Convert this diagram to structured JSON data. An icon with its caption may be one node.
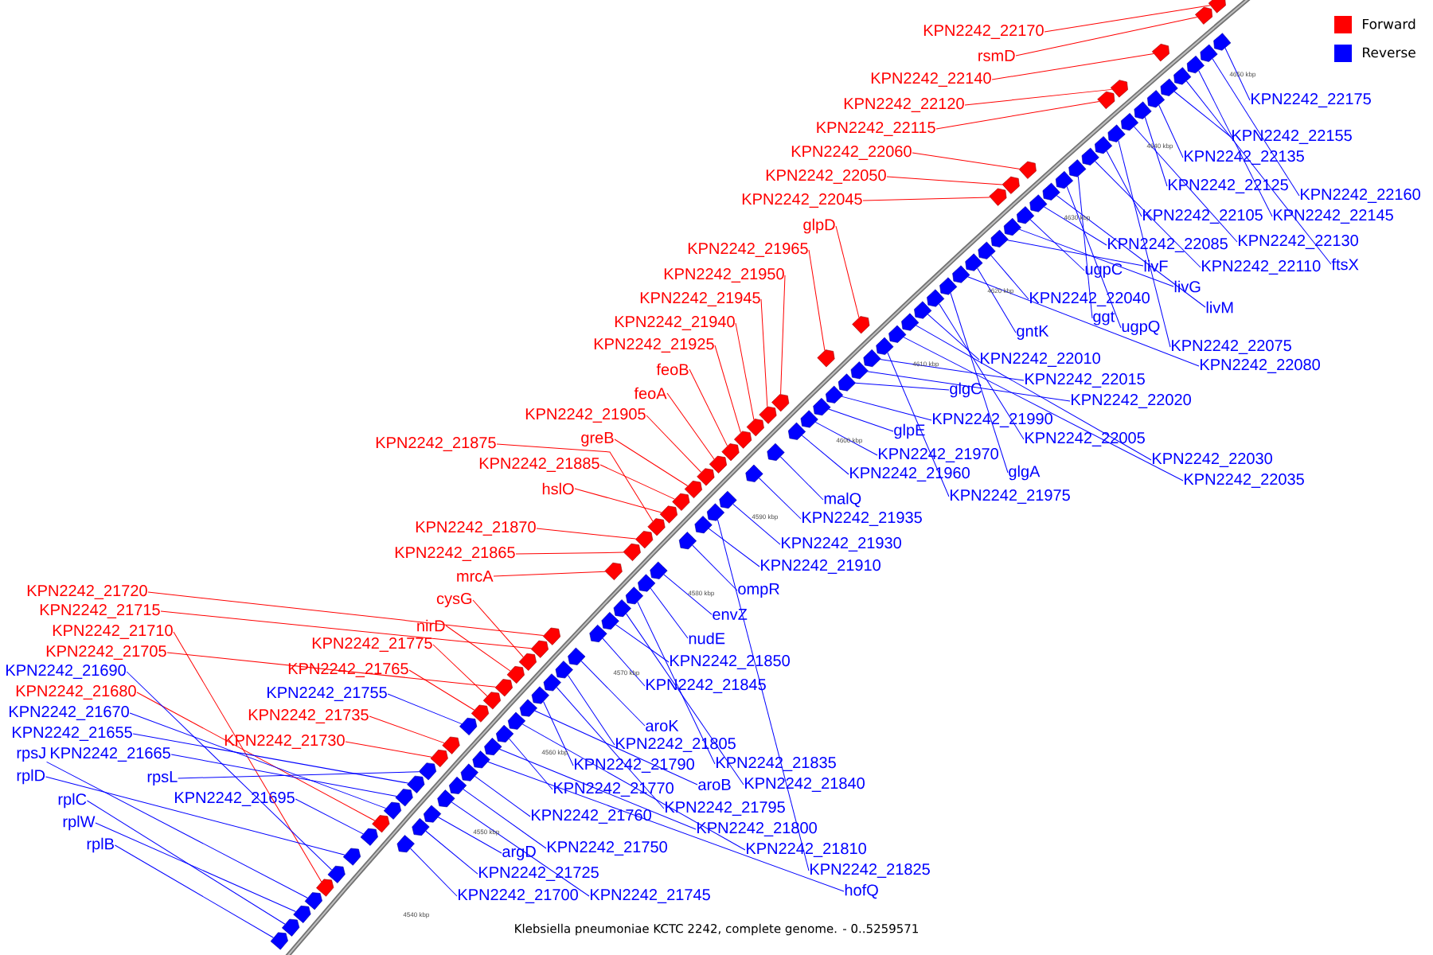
{
  "diagram": {
    "caption": "Klebsiella pneumoniae KCTC 2242, complete genome. - 0..5259571",
    "nodes": [
      {
        "text": [
          "KPN2242_22170"
        ]
      },
      {
        "text": [
          "rsmD"
        ]
      },
      {
        "text": [
          "KPN2242_22140"
        ]
      },
      {
        "text": [
          "KPN2242_22120"
        ]
      },
      {
        "text": [
          "KPN2242_22115"
        ]
      },
      {
        "text": [
          "KPN2242_22060"
        ]
      },
      {
        "text": [
          "KPN2242_22050"
        ]
      },
      {
        "text": [
          "KPN2242_22045"
        ]
      },
      {
        "text": [
          "glpD"
        ]
      },
      {
        "text": [
          "KPN2242_21965"
        ]
      },
      {
        "text": [
          "KPN2242_21950"
        ]
      },
      {
        "text": [
          "KPN2242_21945"
        ]
      },
      {
        "text": [
          "KPN2242_21940"
        ]
      },
      {
        "text": [
          "KPN2242_21925"
        ]
      },
      {
        "text": [
          "feoB"
        ]
      },
      {
        "text": [
          "feoA"
        ]
      },
      {
        "text": [
          "KPN2242_21905"
        ]
      },
      {
        "text": [
          "greB"
        ]
      },
      {
        "text": [
          "KPN2242_21875"
        ]
      },
      {
        "text": [
          "KPN2242_21885"
        ]
      },
      {
        "text": [
          "hslO"
        ]
      },
      {
        "text": [
          "KPN2242_21870"
        ]
      },
      {
        "text": [
          "KPN2242_21865"
        ]
      },
      {
        "text": [
          "mrcA"
        ]
      },
      {
        "text": [
          "cysG"
        ]
      },
      {
        "text": [
          "nirD"
        ]
      },
      {
        "text": [
          "KPN2242_21775"
        ]
      },
      {
        "text": [
          "KPN2242_21765"
        ]
      },
      {
        "text": [
          "KPN2242_21735"
        ]
      },
      {
        "text": [
          "KPN2242_21730"
        ]
      },
      {
        "text": [
          "KPN2242_21720"
        ]
      },
      {
        "text": [
          "KPN2242_21715"
        ]
      },
      {
        "text": [
          "KPN2242_21710"
        ]
      },
      {
        "text": [
          "KPN2242_21705"
        ]
      },
      {
        "text": [
          "KPN2242_21680"
        ]
      },
      {
        "text": [
          "KPN2242_21910"
        ]
      },
      {
        "text": [
          "KPN2242_21930"
        ]
      },
      {
        "text": [
          "KPN2242_21935"
        ]
      },
      {
        "text": [
          "malQ"
        ]
      },
      {
        "text": [
          "KPN2242_21960"
        ]
      },
      {
        "text": [
          "KPN2242_21975"
        ]
      },
      {
        "text": [
          "KPN2242_21970"
        ]
      },
      {
        "text": [
          "glgA"
        ]
      },
      {
        "text": [
          "glpE"
        ]
      },
      {
        "text": [
          "KPN2242_21990"
        ]
      },
      {
        "text": [
          "KPN2242_22005"
        ]
      },
      {
        "text": [
          "glgC"
        ]
      },
      {
        "text": [
          "KPN2242_22010"
        ]
      },
      {
        "text": [
          "KPN2242_22015"
        ]
      },
      {
        "text": [
          "KPN2242_22020"
        ]
      },
      {
        "text": [
          "KPN2242_22030"
        ]
      },
      {
        "text": [
          "KPN2242_22035"
        ]
      },
      {
        "text": [
          "gntK"
        ]
      },
      {
        "text": [
          "KPN2242_22040"
        ]
      },
      {
        "text": [
          "ggt"
        ]
      },
      {
        "text": [
          "ugpQ"
        ]
      },
      {
        "text": [
          "ugpC"
        ]
      },
      {
        "text": [
          "KPN2242_22075"
        ]
      },
      {
        "text": [
          "KPN2242_22080"
        ]
      },
      {
        "text": [
          "livF"
        ]
      },
      {
        "text": [
          "livG"
        ]
      },
      {
        "text": [
          "livM"
        ]
      },
      {
        "text": [
          "KPN2242_22085"
        ]
      },
      {
        "text": [
          "KPN2242_22110"
        ]
      },
      {
        "text": [
          "ftsX"
        ]
      },
      {
        "text": [
          "KPN2242_22130"
        ]
      },
      {
        "text": [
          "KPN2242_22105"
        ]
      },
      {
        "text": [
          "KPN2242_22145"
        ]
      },
      {
        "text": [
          "KPN2242_22125"
        ]
      },
      {
        "text": [
          "KPN2242_22160"
        ]
      },
      {
        "text": [
          "KPN2242_22135"
        ]
      },
      {
        "text": [
          "KPN2242_22155"
        ]
      },
      {
        "text": [
          "KPN2242_22175"
        ]
      },
      {
        "text": [
          "ompR"
        ]
      },
      {
        "text": [
          "envZ"
        ]
      },
      {
        "text": [
          "nudE"
        ]
      },
      {
        "text": [
          "KPN2242_21850"
        ]
      },
      {
        "text": [
          "KPN2242_21845"
        ]
      },
      {
        "text": [
          "aroK"
        ]
      },
      {
        "text": [
          "KPN2242_21835"
        ]
      },
      {
        "text": [
          "KPN2242_21805"
        ]
      },
      {
        "text": [
          "KPN2242_21790"
        ]
      },
      {
        "text": [
          "aroB"
        ]
      },
      {
        "text": [
          "KPN2242_21840"
        ]
      },
      {
        "text": [
          "KPN2242_21770"
        ]
      },
      {
        "text": [
          "KPN2242_21795"
        ]
      },
      {
        "text": [
          "KPN2242_21760"
        ]
      },
      {
        "text": [
          "KPN2242_21800"
        ]
      },
      {
        "text": [
          "KPN2242_21750"
        ]
      },
      {
        "text": [
          "argD"
        ]
      },
      {
        "text": [
          "KPN2242_21810"
        ]
      },
      {
        "text": [
          "KPN2242_21725"
        ]
      },
      {
        "text": [
          "KPN2242_21825"
        ]
      },
      {
        "text": [
          "hofQ"
        ]
      },
      {
        "text": [
          "KPN2242_21700"
        ]
      },
      {
        "text": [
          "KPN2242_21745"
        ]
      },
      {
        "text": [
          "KPN2242_21755"
        ]
      },
      {
        "text": [
          "KPN2242_21690"
        ]
      },
      {
        "text": [
          "KPN2242_21670"
        ]
      },
      {
        "text": [
          "KPN2242_21655"
        ]
      },
      {
        "text": [
          "rpsJ"
        ]
      },
      {
        "text": [
          "KPN2242_21665"
        ]
      },
      {
        "text": [
          "rplD"
        ]
      },
      {
        "text": [
          "rpsL"
        ]
      },
      {
        "text": [
          "KPN2242_21695"
        ]
      },
      {
        "text": [
          "rplC"
        ]
      },
      {
        "text": [
          "rplW"
        ]
      },
      {
        "text": [
          "rplB"
        ]
      },
      {
        "text": [],
        "shape": "box"
      },
      {
        "text": [],
        "shape": "box"
      },
      {
        "text": [],
        "shape": "box"
      },
      {
        "text": [],
        "shape": "box"
      },
      {
        "text": [],
        "shape": "box"
      },
      {
        "text": [],
        "shape": "box"
      },
      {
        "text": [],
        "shape": "box"
      },
      {
        "text": [],
        "shape": "box"
      },
      {
        "text": [],
        "shape": "box"
      },
      {
        "text": [],
        "shape": "box"
      },
      {
        "text": [],
        "shape": "box"
      },
      {
        "text": [],
        "shape": "box"
      },
      {
        "text": [],
        "shape": "box"
      },
      {
        "text": [],
        "shape": "box"
      },
      {
        "text": [],
        "shape": "box"
      },
      {
        "text": [],
        "shape": "box"
      },
      {
        "text": [],
        "shape": "box"
      },
      {
        "text": [],
        "shape": "box"
      },
      {
        "text": [],
        "shape": "box"
      },
      {
        "text": [],
        "shape": "box"
      },
      {
        "text": [],
        "shape": "box"
      },
      {
        "text": [],
        "shape": "box"
      },
      {
        "text": [],
        "shape": "box"
      },
      {
        "text": [],
        "shape": "box"
      },
      {
        "text": [],
        "shape": "box"
      },
      {
        "text": [],
        "shape": "box"
      },
      {
        "text": [],
        "shape": "box"
      },
      {
        "text": [],
        "shape": "box"
      },
      {
        "text": [],
        "shape": "box"
      },
      {
        "text": [],
        "shape": "box"
      },
      {
        "text": [],
        "shape": "box"
      },
      {
        "text": [],
        "shape": "box"
      },
      {
        "text": [],
        "shape": "box"
      },
      {
        "text": [],
        "shape": "box"
      },
      {
        "text": [],
        "shape": "box"
      },
      {
        "text": [],
        "shape": "box"
      },
      {
        "text": [],
        "shape": "box"
      },
      {
        "text": [],
        "shape": "box"
      },
      {
        "text": [],
        "shape": "box"
      },
      {
        "text": [],
        "shape": "box"
      },
      {
        "text": [],
        "shape": "box"
      },
      {
        "text": [],
        "shape": "box"
      },
      {
        "text": [],
        "shape": "box"
      },
      {
        "text": [],
        "shape": "box"
      },
      {
        "text": [],
        "shape": "box"
      },
      {
        "text": [],
        "shape": "box"
      },
      {
        "text": [],
        "shape": "box"
      },
      {
        "text": [],
        "shape": "box"
      },
      {
        "text": [],
        "shape": "box"
      },
      {
        "text": [],
        "shape": "box"
      },
      {
        "text": [],
        "shape": "box"
      },
      {
        "text": [],
        "shape": "box"
      },
      {
        "text": [],
        "shape": "box"
      },
      {
        "text": [],
        "shape": "box"
      },
      {
        "text": [],
        "shape": "box"
      },
      {
        "text": [],
        "shape": "box"
      },
      {
        "text": [],
        "shape": "box"
      },
      {
        "text": [],
        "shape": "box"
      },
      {
        "text": [],
        "shape": "box"
      },
      {
        "text": [],
        "shape": "box"
      },
      {
        "text": [],
        "shape": "box"
      },
      {
        "text": [],
        "shape": "box"
      },
      {
        "text": [],
        "shape": "box"
      },
      {
        "text": [],
        "shape": "box"
      },
      {
        "text": [],
        "shape": "box"
      },
      {
        "text": [],
        "shape": "box"
      },
      {
        "text": [],
        "shape": "box"
      },
      {
        "text": [],
        "shape": "box"
      },
      {
        "text": [],
        "shape": "box"
      },
      {
        "text": [],
        "shape": "box"
      },
      {
        "text": [],
        "shape": "box"
      },
      {
        "text": [],
        "shape": "box"
      },
      {
        "text": [],
        "shape": "box"
      },
      {
        "text": [],
        "shape": "box"
      },
      {
        "text": [],
        "shape": "box"
      },
      {
        "text": [],
        "shape": "box"
      },
      {
        "text": [],
        "shape": "box"
      },
      {
        "text": [],
        "shape": "box"
      },
      {
        "text": [],
        "shape": "box"
      },
      {
        "text": [],
        "shape": "box"
      },
      {
        "text": [],
        "shape": "box"
      },
      {
        "text": [],
        "shape": "box"
      },
      {
        "text": [],
        "shape": "box"
      },
      {
        "text": [],
        "shape": "box"
      },
      {
        "text": [],
        "shape": "box"
      },
      {
        "text": [],
        "shape": "box"
      },
      {
        "text": [],
        "shape": "box"
      },
      {
        "text": [],
        "shape": "box"
      },
      {
        "text": [],
        "shape": "box"
      },
      {
        "text": [],
        "shape": "box"
      },
      {
        "text": [],
        "shape": "box"
      },
      {
        "text": [],
        "shape": "box"
      },
      {
        "text": [],
        "shape": "box"
      },
      {
        "text": [],
        "shape": "box"
      },
      {
        "text": [],
        "shape": "box"
      },
      {
        "text": [],
        "shape": "box"
      },
      {
        "text": [],
        "shape": "box"
      },
      {
        "text": [],
        "shape": "box"
      },
      {
        "text": [],
        "shape": "box"
      },
      {
        "text": [],
        "shape": "box"
      },
      {
        "text": [],
        "shape": "box"
      },
      {
        "text": [],
        "shape": "box"
      },
      {
        "text": [],
        "shape": "box"
      },
      {
        "text": [],
        "shape": "box"
      },
      {
        "text": [],
        "shape": "box"
      },
      {
        "text": [],
        "shape": "box"
      },
      {
        "text": [],
        "shape": "box"
      },
      {
        "text": [],
        "shape": "box"
      }
    ],
    "edges": [
      {
        "from": 0,
        "to": 108,
        "arrow": "none",
        "color": "#ff0000"
      },
      {
        "from": 1,
        "to": 109,
        "arrow": "none",
        "color": "#ff0000"
      },
      {
        "from": 2,
        "to": 110,
        "arrow": "none",
        "color": "#ff0000"
      },
      {
        "from": 3,
        "to": 111,
        "arrow": "none",
        "color": "#ff0000"
      },
      {
        "from": 4,
        "to": 112,
        "arrow": "none",
        "color": "#ff0000"
      },
      {
        "from": 5,
        "to": 113,
        "arrow": "none",
        "color": "#ff0000"
      },
      {
        "from": 6,
        "to": 114,
        "arrow": "none",
        "color": "#ff0000"
      },
      {
        "from": 7,
        "to": 115,
        "arrow": "none",
        "color": "#ff0000"
      },
      {
        "from": 8,
        "to": 116,
        "arrow": "none",
        "color": "#ff0000"
      },
      {
        "from": 9,
        "to": 117,
        "arrow": "none",
        "color": "#ff0000"
      },
      {
        "from": 10,
        "to": 118,
        "arrow": "none",
        "color": "#ff0000"
      },
      {
        "from": 11,
        "to": 119,
        "arrow": "none",
        "color": "#ff0000"
      },
      {
        "from": 12,
        "to": 120,
        "arrow": "none",
        "color": "#ff0000"
      },
      {
        "from": 13,
        "to": 121,
        "arrow": "none",
        "color": "#ff0000"
      },
      {
        "from": 14,
        "to": 122,
        "arrow": "none",
        "color": "#ff0000"
      },
      {
        "from": 15,
        "to": 123,
        "arrow": "none",
        "color": "#ff0000"
      },
      {
        "from": 16,
        "to": 124,
        "arrow": "none",
        "color": "#ff0000"
      },
      {
        "from": 17,
        "to": 125,
        "arrow": "none",
        "color": "#ff0000"
      },
      {
        "from": 18,
        "to": 126,
        "arrow": "none",
        "color": "#ff0000"
      },
      {
        "from": 19,
        "to": 127,
        "arrow": "none",
        "color": "#ff0000"
      },
      {
        "from": 20,
        "to": 128,
        "arrow": "none",
        "color": "#ff0000"
      },
      {
        "from": 21,
        "to": 129,
        "arrow": "none",
        "color": "#ff0000"
      },
      {
        "from": 22,
        "to": 130,
        "arrow": "none",
        "color": "#ff0000"
      },
      {
        "from": 23,
        "to": 131,
        "arrow": "none",
        "color": "#ff0000"
      },
      {
        "from": 24,
        "to": 132,
        "arrow": "none",
        "color": "#ff0000"
      },
      {
        "from": 25,
        "to": 133,
        "arrow": "none",
        "color": "#ff0000"
      },
      {
        "from": 26,
        "to": 134,
        "arrow": "none",
        "color": "#ff0000"
      },
      {
        "from": 27,
        "to": 135,
        "arrow": "none",
        "color": "#ff0000"
      },
      {
        "from": 28,
        "to": 136,
        "arrow": "none",
        "color": "#ff0000"
      },
      {
        "from": 29,
        "to": 137,
        "arrow": "none",
        "color": "#ff0000"
      },
      {
        "from": 30,
        "to": 138,
        "arrow": "none",
        "color": "#ff0000"
      },
      {
        "from": 31,
        "to": 139,
        "arrow": "none",
        "color": "#ff0000"
      },
      {
        "from": 32,
        "to": 140,
        "arrow": "none",
        "color": "#ff0000"
      },
      {
        "from": 33,
        "to": 141,
        "arrow": "none",
        "color": "#ff0000"
      },
      {
        "from": 34,
        "to": 142,
        "arrow": "none",
        "color": "#ff0000"
      },
      {
        "from": 35,
        "to": 143,
        "arrow": "none",
        "color": "#0000ff"
      },
      {
        "from": 36,
        "to": 144,
        "arrow": "none",
        "color": "#0000ff"
      },
      {
        "from": 37,
        "to": 145,
        "arrow": "none",
        "color": "#0000ff"
      },
      {
        "from": 38,
        "to": 146,
        "arrow": "none",
        "color": "#0000ff"
      },
      {
        "from": 39,
        "to": 147,
        "arrow": "none",
        "color": "#0000ff"
      },
      {
        "from": 40,
        "to": 148,
        "arrow": "none",
        "color": "#0000ff"
      },
      {
        "from": 41,
        "to": 149,
        "arrow": "none",
        "color": "#0000ff"
      },
      {
        "from": 42,
        "to": 150,
        "arrow": "none",
        "color": "#0000ff"
      },
      {
        "from": 43,
        "to": 151,
        "arrow": "none",
        "color": "#0000ff"
      },
      {
        "from": 44,
        "to": 152,
        "arrow": "none",
        "color": "#0000ff"
      },
      {
        "from": 45,
        "to": 153,
        "arrow": "none",
        "color": "#0000ff"
      },
      {
        "from": 46,
        "to": 154,
        "arrow": "none",
        "color": "#0000ff"
      },
      {
        "from": 47,
        "to": 155,
        "arrow": "none",
        "color": "#0000ff"
      },
      {
        "from": 48,
        "to": 156,
        "arrow": "none",
        "color": "#0000ff"
      },
      {
        "from": 49,
        "to": 157,
        "arrow": "none",
        "color": "#0000ff"
      },
      {
        "from": 50,
        "to": 158,
        "arrow": "none",
        "color": "#0000ff"
      },
      {
        "from": 51,
        "to": 159,
        "arrow": "none",
        "color": "#0000ff"
      },
      {
        "from": 52,
        "to": 160,
        "arrow": "none",
        "color": "#0000ff"
      },
      {
        "from": 53,
        "to": 161,
        "arrow": "none",
        "color": "#0000ff"
      },
      {
        "from": 54,
        "to": 162,
        "arrow": "none",
        "color": "#0000ff"
      },
      {
        "from": 55,
        "to": 163,
        "arrow": "none",
        "color": "#0000ff"
      },
      {
        "from": 56,
        "to": 164,
        "arrow": "none",
        "color": "#0000ff"
      },
      {
        "from": 57,
        "to": 165,
        "arrow": "none",
        "color": "#0000ff"
      },
      {
        "from": 58,
        "to": 166,
        "arrow": "none",
        "color": "#0000ff"
      },
      {
        "from": 59,
        "to": 167,
        "arrow": "none",
        "color": "#0000ff"
      },
      {
        "from": 60,
        "to": 168,
        "arrow": "none",
        "color": "#0000ff"
      },
      {
        "from": 61,
        "to": 169,
        "arrow": "none",
        "color": "#0000ff"
      },
      {
        "from": 62,
        "to": 170,
        "arrow": "none",
        "color": "#0000ff"
      },
      {
        "from": 63,
        "to": 171,
        "arrow": "none",
        "color": "#0000ff"
      },
      {
        "from": 64,
        "to": 172,
        "arrow": "none",
        "color": "#0000ff"
      },
      {
        "from": 65,
        "to": 173,
        "arrow": "none",
        "color": "#0000ff"
      },
      {
        "from": 66,
        "to": 174,
        "arrow": "none",
        "color": "#0000ff"
      },
      {
        "from": 67,
        "to": 175,
        "arrow": "none",
        "color": "#0000ff"
      },
      {
        "from": 68,
        "to": 176,
        "arrow": "none",
        "color": "#0000ff"
      },
      {
        "from": 69,
        "to": 177,
        "arrow": "none",
        "color": "#0000ff"
      },
      {
        "from": 70,
        "to": 178,
        "arrow": "none",
        "color": "#0000ff"
      },
      {
        "from": 71,
        "to": 179,
        "arrow": "none",
        "color": "#0000ff"
      },
      {
        "from": 72,
        "to": 180,
        "arrow": "none",
        "color": "#0000ff"
      },
      {
        "from": 73,
        "to": 181,
        "arrow": "none",
        "color": "#0000ff"
      },
      {
        "from": 74,
        "to": 182,
        "arrow": "none",
        "color": "#0000ff"
      },
      {
        "from": 75,
        "to": 183,
        "arrow": "none",
        "color": "#0000ff"
      },
      {
        "from": 76,
        "to": 184,
        "arrow": "none",
        "color": "#0000ff"
      },
      {
        "from": 77,
        "to": 185,
        "arrow": "none",
        "color": "#0000ff"
      },
      {
        "from": 78,
        "to": 186,
        "arrow": "none",
        "color": "#0000ff"
      },
      {
        "from": 79,
        "to": 187,
        "arrow": "none",
        "color": "#0000ff"
      },
      {
        "from": 80,
        "to": 188,
        "arrow": "none",
        "color": "#0000ff"
      },
      {
        "from": 81,
        "to": 189,
        "arrow": "none",
        "color": "#0000ff"
      },
      {
        "from": 82,
        "to": 190,
        "arrow": "none",
        "color": "#0000ff"
      },
      {
        "from": 83,
        "to": 191,
        "arrow": "none",
        "color": "#0000ff"
      },
      {
        "from": 84,
        "to": 192,
        "arrow": "none",
        "color": "#0000ff"
      },
      {
        "from": 85,
        "to": 193,
        "arrow": "none",
        "color": "#0000ff"
      },
      {
        "from": 86,
        "to": 194,
        "arrow": "none",
        "color": "#0000ff"
      },
      {
        "from": 87,
        "to": 195,
        "arrow": "none",
        "color": "#0000ff"
      },
      {
        "from": 88,
        "to": 196,
        "arrow": "none",
        "color": "#0000ff"
      },
      {
        "from": 89,
        "to": 197,
        "arrow": "none",
        "color": "#0000ff"
      },
      {
        "from": 90,
        "to": 198,
        "arrow": "none",
        "color": "#0000ff"
      },
      {
        "from": 91,
        "to": 199,
        "arrow": "none",
        "color": "#0000ff"
      },
      {
        "from": 92,
        "to": 200,
        "arrow": "none",
        "color": "#0000ff"
      },
      {
        "from": 93,
        "to": 201,
        "arrow": "none",
        "color": "#0000ff"
      },
      {
        "from": 94,
        "to": 202,
        "arrow": "none",
        "color": "#0000ff"
      },
      {
        "from": 95,
        "to": 203,
        "arrow": "none",
        "color": "#0000ff"
      },
      {
        "from": 96,
        "to": 204,
        "arrow": "none",
        "color": "#0000ff"
      },
      {
        "from": 97,
        "to": 205,
        "arrow": "none",
        "color": "#0000ff"
      },
      {
        "from": 98,
        "to": 206,
        "arrow": "none",
        "color": "#0000ff"
      },
      {
        "from": 99,
        "to": 207,
        "arrow": "none",
        "color": "#0000ff"
      },
      {
        "from": 100,
        "to": 208,
        "arrow": "none",
        "color": "#0000ff"
      },
      {
        "from": 101,
        "to": 209,
        "arrow": "none",
        "color": "#0000ff"
      },
      {
        "from": 102,
        "to": 210,
        "arrow": "none",
        "color": "#0000ff"
      },
      {
        "from": 103,
        "to": 211,
        "arrow": "none",
        "color": "#0000ff"
      },
      {
        "from": 104,
        "to": 212,
        "arrow": "none",
        "color": "#0000ff"
      },
      {
        "from": 105,
        "to": 213,
        "arrow": "none",
        "color": "#0000ff"
      },
      {
        "from": 106,
        "to": 214,
        "arrow": "none",
        "color": "#0000ff"
      },
      {
        "from": 107,
        "to": 215,
        "arrow": "none",
        "color": "#0000ff"
      }
    ],
    "labels": [
      "4650 kbp",
      "4640 kbp",
      "4630 kbp",
      "4620 kbp",
      "4610 kbp",
      "4600 kbp",
      "4590 kbp",
      "4580 kbp",
      "4570 kbp",
      "4560 kbp",
      "4550 kbp",
      "4540 kbp"
    ],
    "legend": [
      {
        "text": "Forward",
        "color": "#ff0000"
      },
      {
        "text": "Reverse",
        "color": "#0000ff"
      }
    ]
  }
}
